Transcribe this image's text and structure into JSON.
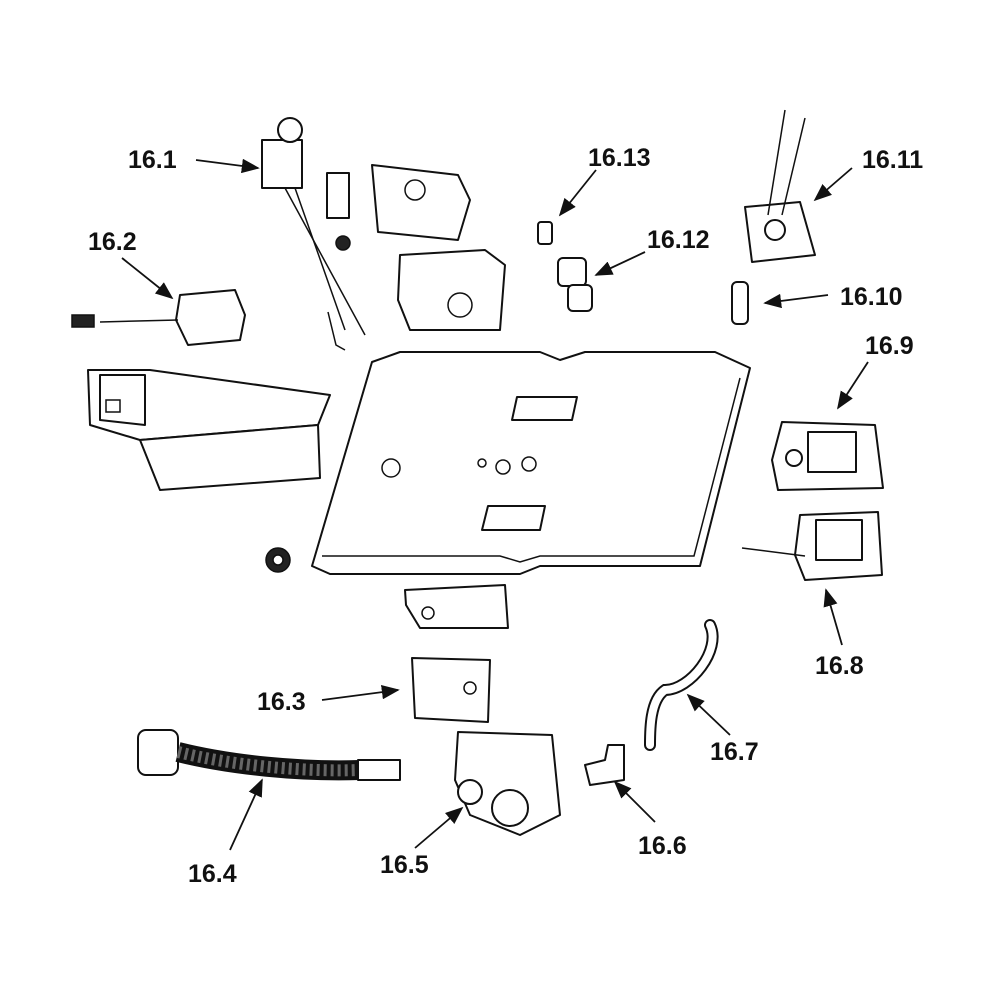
{
  "diagram": {
    "type": "exploded-parts-diagram",
    "labels": [
      "16.1",
      "16.2",
      "16.3",
      "16.4",
      "16.5",
      "16.6",
      "16.7",
      "16.8",
      "16.9",
      "16.10",
      "16.11",
      "16.12",
      "16.13"
    ]
  }
}
